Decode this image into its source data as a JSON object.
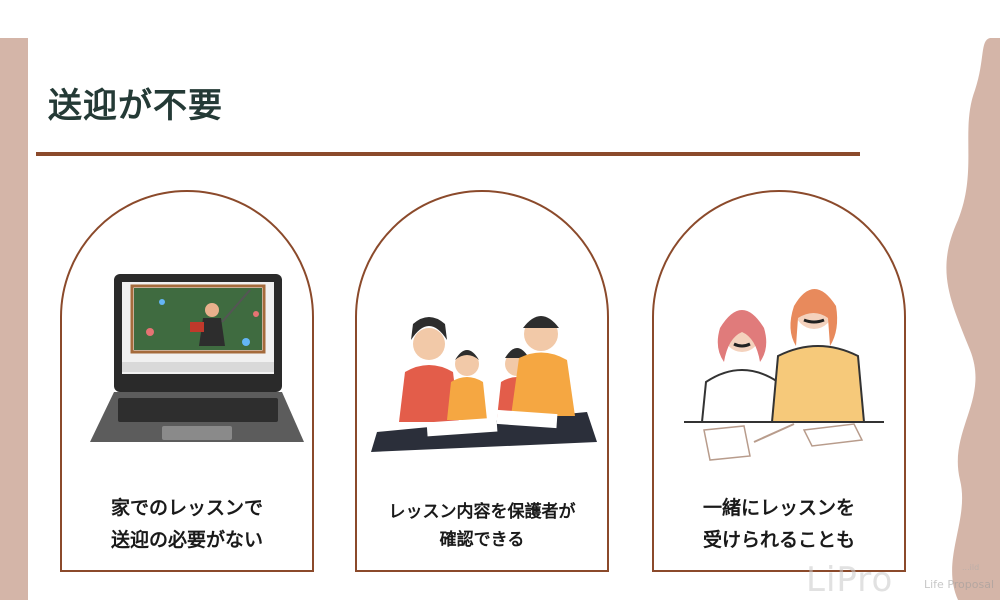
{
  "heading": "送迎が不要",
  "cards": [
    {
      "caption_line1": "家でのレッスンで",
      "caption_line2": "送迎の必要がない"
    },
    {
      "caption_line1": "レッスン内容を保護者が",
      "caption_line2": "確認できる"
    },
    {
      "caption_line1": "一緒にレッスンを",
      "caption_line2": "受けられることも"
    }
  ],
  "logo": {
    "mark": "LiPro",
    "sub": "Life Proposal",
    "tiny": "...ild"
  },
  "colors": {
    "accent": "#8b4a2b",
    "band": "#d4b5a8",
    "title": "#243a36"
  }
}
